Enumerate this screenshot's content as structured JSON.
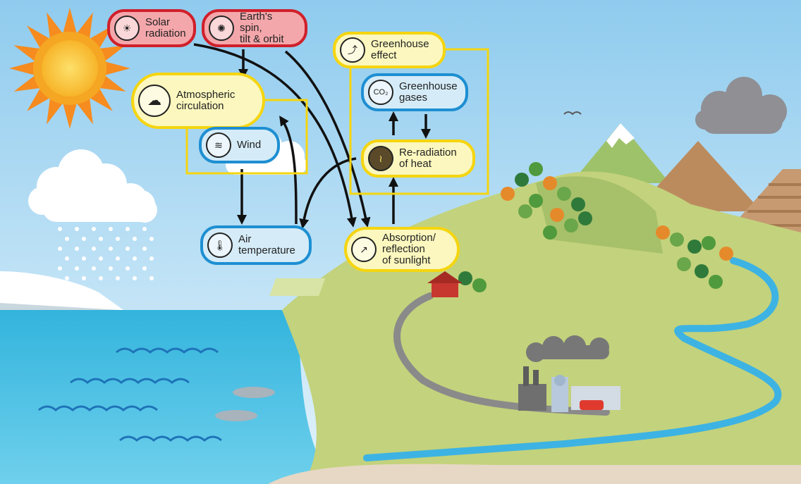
{
  "nodes": {
    "solar": {
      "label": "Solar\nradiation",
      "icon": "sun-icon"
    },
    "earth": {
      "label": "Earth's spin,\ntilt & orbit",
      "icon": "orbit-icon"
    },
    "greenhouse_effect": {
      "label": "Greenhouse\neffect",
      "icon": "greenhouse-effect-icon"
    },
    "atmospheric": {
      "label": "Atmospheric\ncirculation",
      "icon": "cloud-cycle-icon"
    },
    "greenhouse_gases": {
      "label": "Greenhouse\ngases",
      "icon": "co2-molecule-icon",
      "icon_text": "CO₂"
    },
    "wind": {
      "label": "Wind",
      "icon": "wind-icon"
    },
    "reradiation": {
      "label": "Re-radiation\nof heat",
      "icon": "heat-waves-icon"
    },
    "air_temp": {
      "label": "Air\ntemperature",
      "icon": "thermometer-icon"
    },
    "absorption": {
      "label": "Absorption/\nreflection\nof sunlight",
      "icon": "reflection-icon"
    }
  },
  "colors": {
    "sky_top": "#8fcbee",
    "sky_bottom": "#dff1fb",
    "ocean": "#42bde2",
    "land": "#c3d27c",
    "land_dark": "#a7c06a",
    "sand": "#e6d8c5",
    "sun": "#f9b728",
    "red_border": "#d0202a",
    "yellow_border": "#f5d50f",
    "blue_border": "#1e8fd2"
  }
}
